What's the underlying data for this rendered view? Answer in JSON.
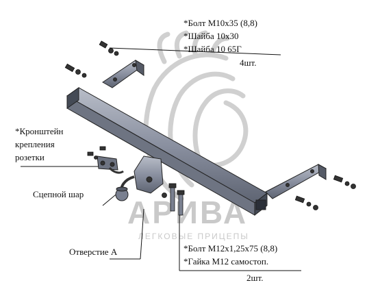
{
  "labels": {
    "top_spec": {
      "line1": "*Болт М10х35 (8,8)",
      "line2": "*Шайба 10х30",
      "line3": "*Шайба 10 65Г",
      "qty": "4шт."
    },
    "bracket": {
      "line1": "*Кронштейн",
      "line2": "крепления",
      "line3": "розетки"
    },
    "hitch_ball": "Сцепной шар",
    "hole_a": "Отверстие А",
    "bottom_spec": {
      "line1": "*Болт М12х1,25х75 (8,8)",
      "line2": "*Гайка М12 самостоп.",
      "qty": "2шт."
    }
  },
  "watermark": {
    "brand": "АРИВА",
    "tagline": "ЛЕГКОВЫЕ ПРИЦЕПЫ"
  },
  "colors": {
    "line": "#111111",
    "part_fill": "#8a90a0",
    "part_dark": "#555a66",
    "watermark": "#c9c9c9"
  }
}
